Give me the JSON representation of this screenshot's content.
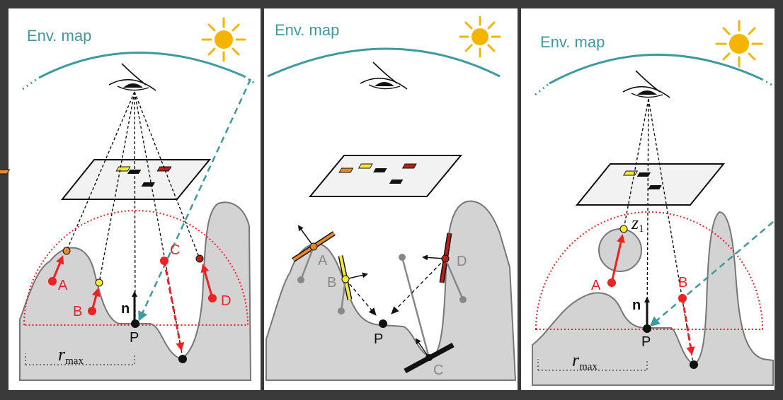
{
  "env_label": "Env. map",
  "labels": {
    "A": "A",
    "B": "B",
    "C": "C",
    "D": "D",
    "P": "P",
    "n": "n",
    "r": "r",
    "max": "max",
    "z": "z",
    "one": "1"
  },
  "colors": {
    "env": "#3d9aa0",
    "red": "#e22222",
    "sun": "#f4b400",
    "orange": "#e8882a",
    "yellow": "#f6e83a",
    "dark_red": "#b52318",
    "ground": "#d3d3d3"
  }
}
